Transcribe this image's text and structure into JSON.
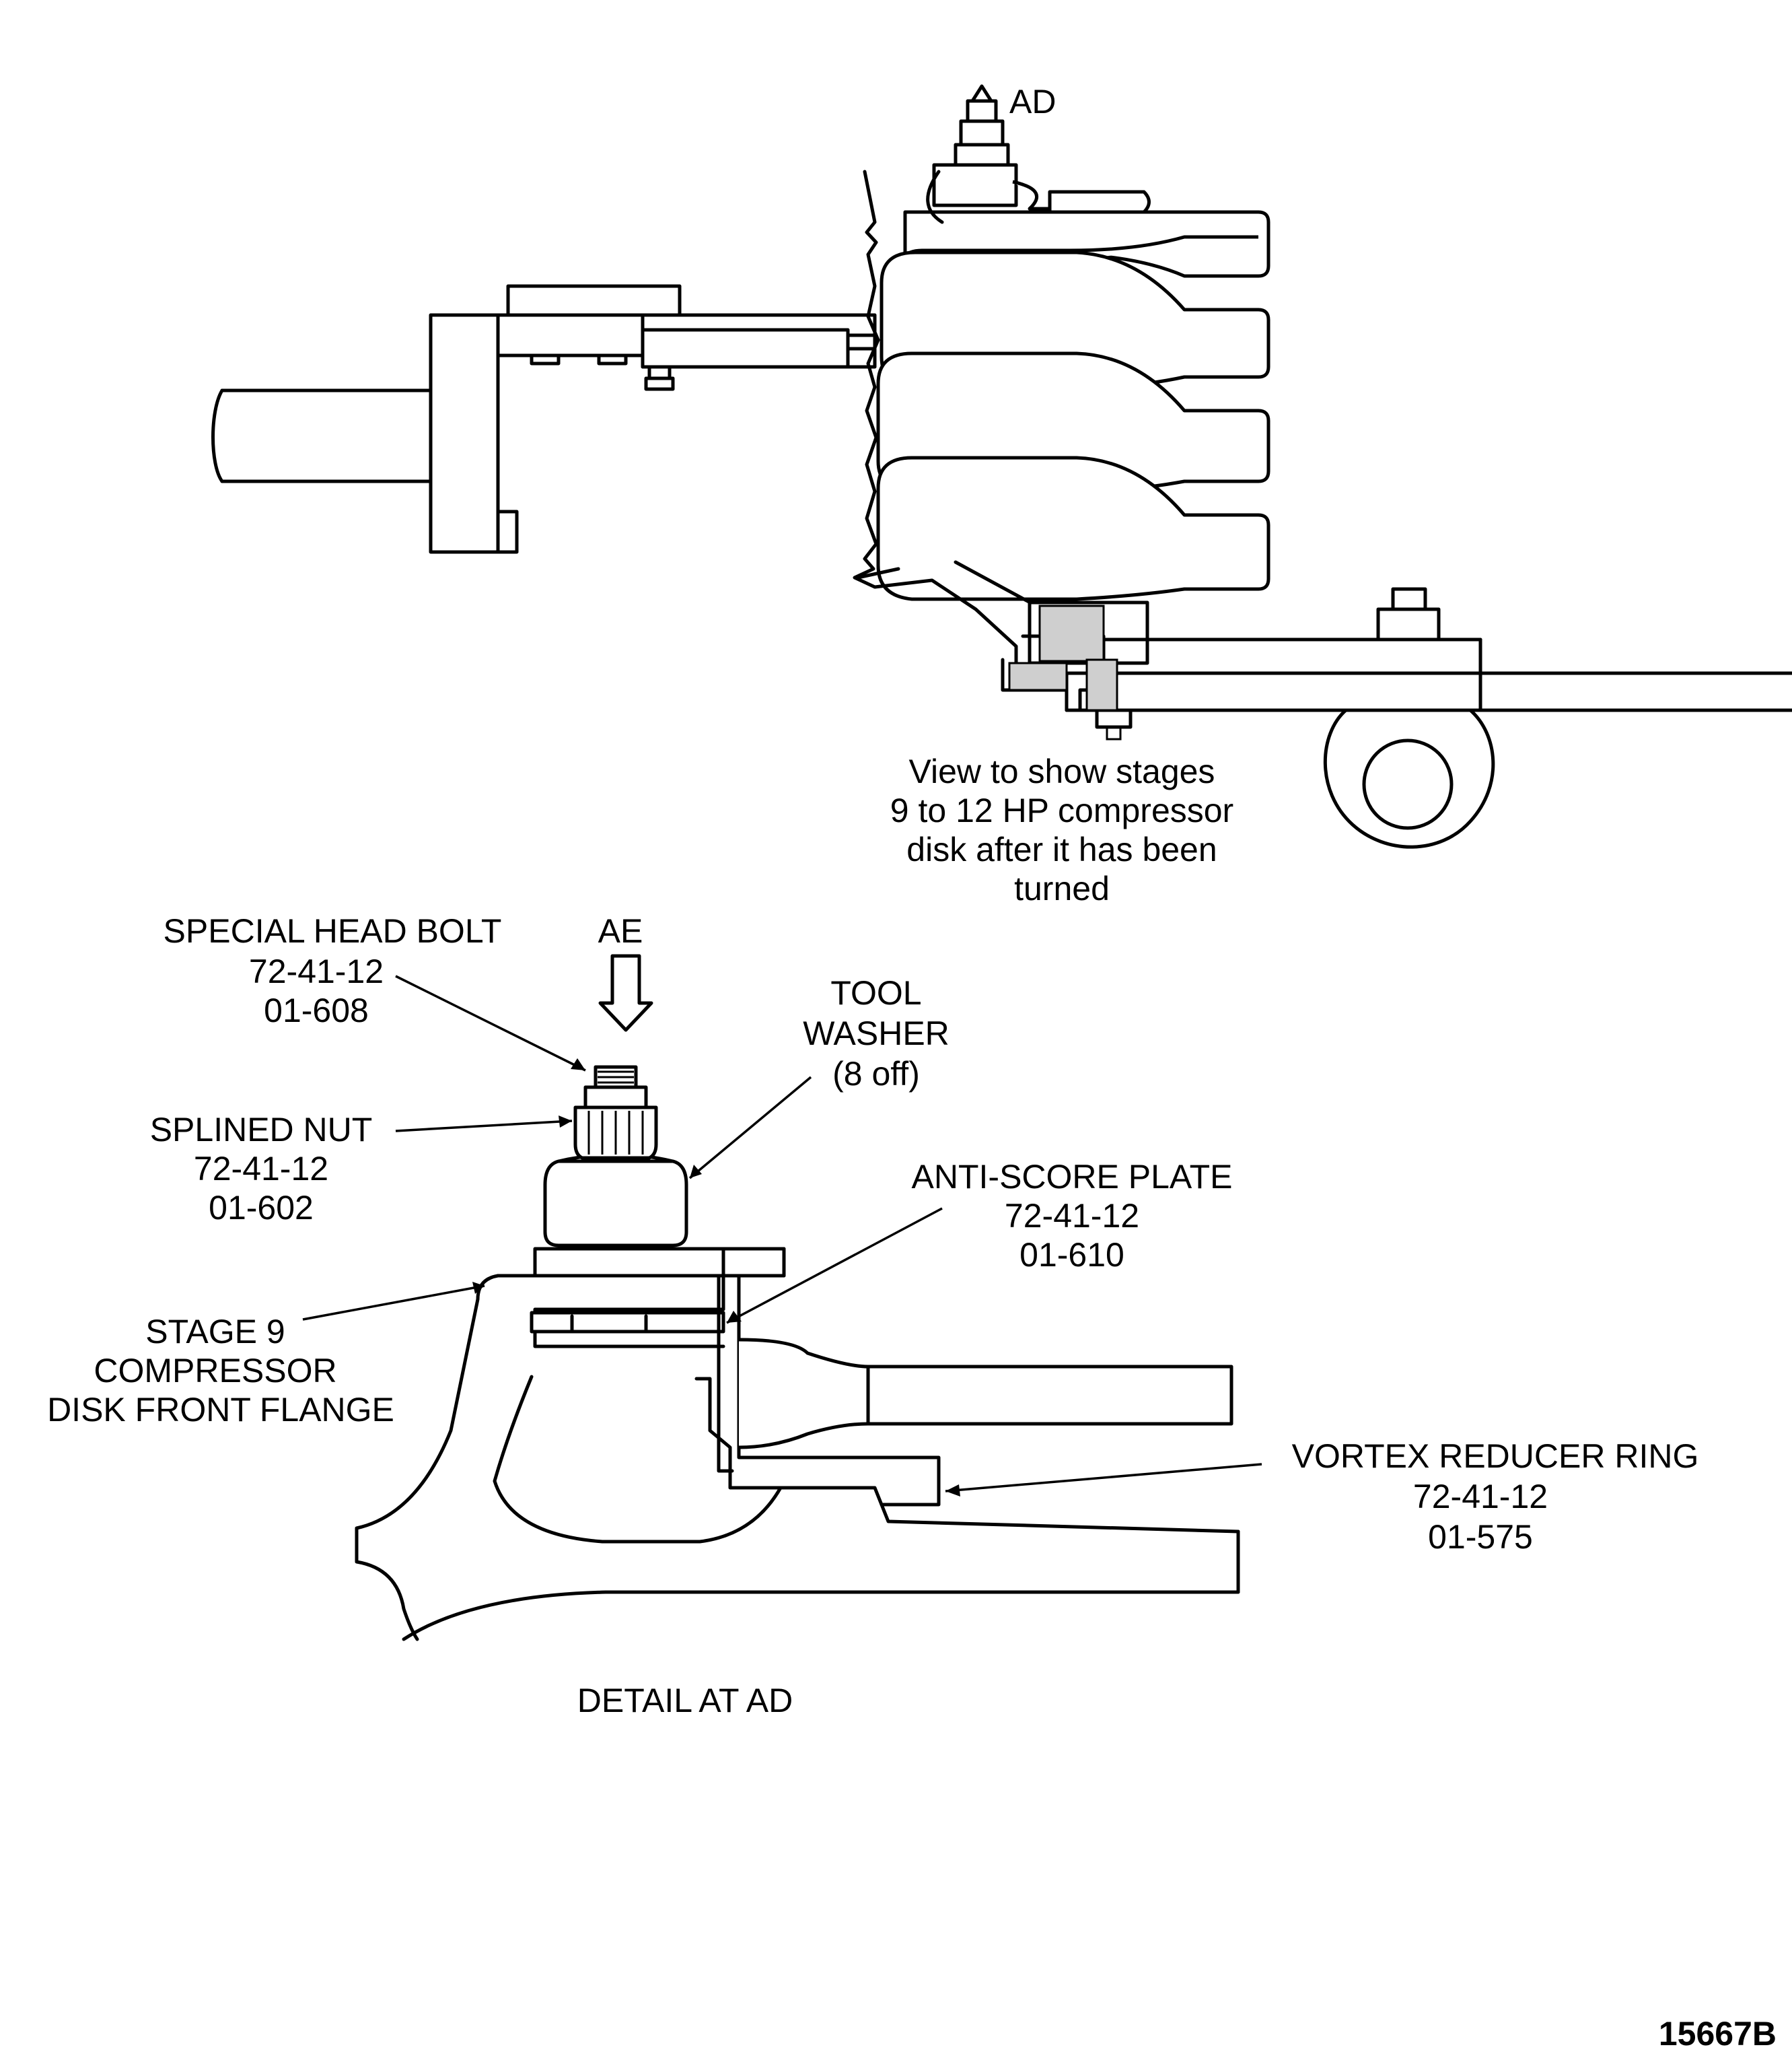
{
  "labels": {
    "ad_marker": "AD",
    "view_caption": [
      "View to show stages",
      "9  to 12 HP compressor",
      "disk after it has been",
      "turned"
    ],
    "special_head_bolt": [
      "SPECIAL HEAD BOLT",
      "72-41-12",
      "01-608"
    ],
    "ae_marker": "AE",
    "tool_washer": [
      "TOOL",
      "WASHER",
      "(8  off)"
    ],
    "splined_nut": [
      "SPLINED NUT",
      "72-41-12",
      "01-602"
    ],
    "anti_score_plate": [
      "ANTI-SCORE PLATE",
      "72-41-12",
      "01-610"
    ],
    "stage9_flange": [
      "STAGE 9",
      "COMPRESSOR",
      "DISK FRONT FLANGE"
    ],
    "vortex_reducer_ring": [
      "VORTEX REDUCER RING",
      "72-41-12",
      "01-575"
    ],
    "detail_caption": "DETAIL  AT AD",
    "figure_number": "15667B"
  }
}
